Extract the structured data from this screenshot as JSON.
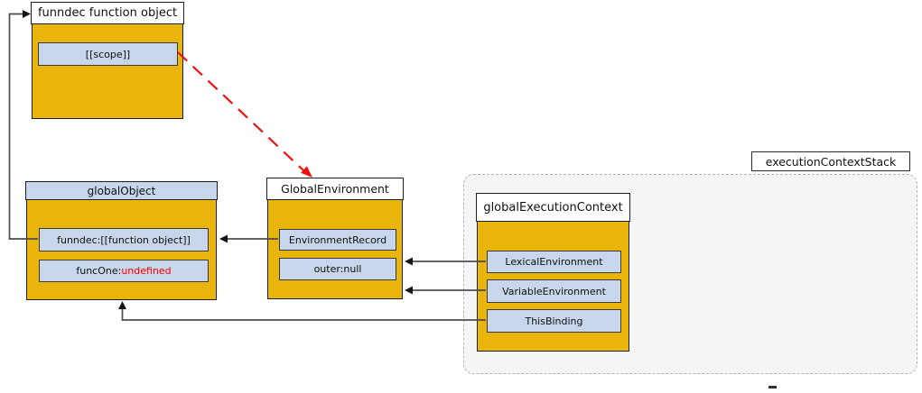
{
  "colors": {
    "yellow": "#E9B50A",
    "blue": "#C7D6EA",
    "stack_fill": "#F5F5F5",
    "stack_border": "#B5B5B5",
    "connector": "#4D4D4D",
    "arrow_red": "#EE1111",
    "undefined_red": "#FF0000"
  },
  "funndec_function_object": {
    "title": "funndec function object",
    "scope_field": "[[scope]]"
  },
  "global_object": {
    "title": "globalObject",
    "funndec_field": "funndec:[[function object]]",
    "funcone_name": "funcOne:",
    "funcone_value": "undefined"
  },
  "global_environment": {
    "title": "GlobalEnvironment",
    "environment_record_field": "EnvironmentRecord",
    "outer_field": "outer:null"
  },
  "execution_context_stack": {
    "label": "executionContextStack"
  },
  "global_execution_context": {
    "title": "globalExecutionContext",
    "lexical_environment_field": "LexicalEnvironment",
    "variable_environment_field": "VariableEnvironment",
    "this_binding_field": "ThisBinding"
  }
}
